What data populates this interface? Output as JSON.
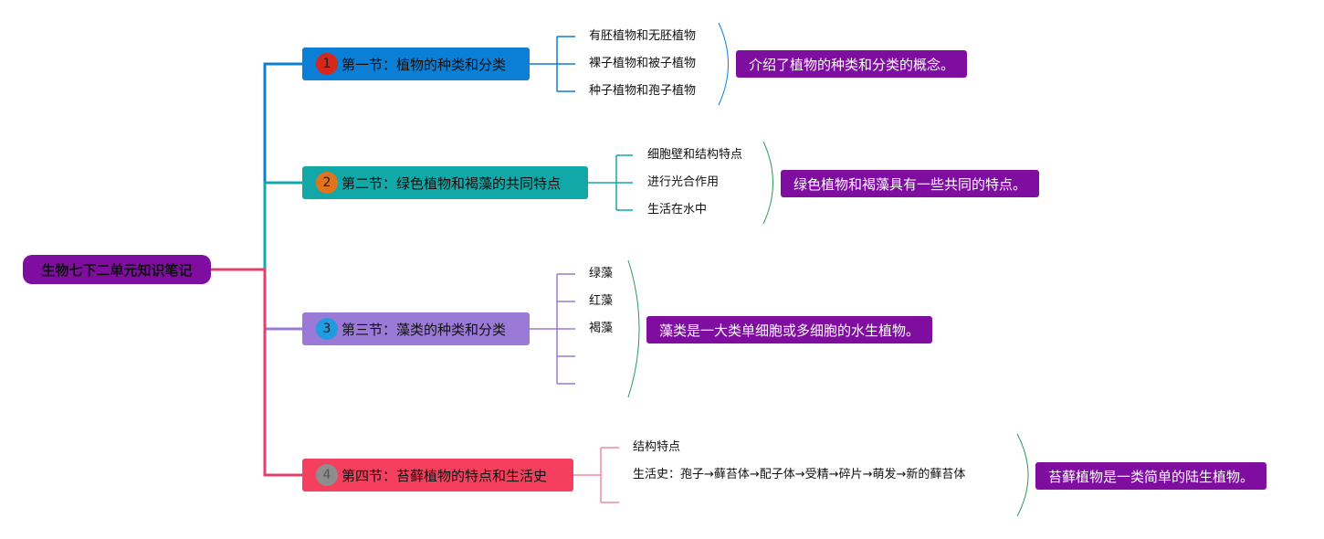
{
  "root": {
    "label": "生物七下二单元知识笔记"
  },
  "sections": [
    {
      "number": "1",
      "title": "第一节：植物的种类和分类",
      "color": "#0b7fd6",
      "badge_color": "#d4281c",
      "badge_text_color": "#1a1a1a",
      "items": [
        "有胚植物和无胚植物",
        "裸子植物和被子植物",
        "种子植物和孢子植物"
      ],
      "summary": "介绍了植物的种类和分类的概念。"
    },
    {
      "number": "2",
      "title": "第二节：绿色植物和褐藻的共同特点",
      "color": "#12a8a8",
      "badge_color": "#e3721c",
      "badge_text_color": "#1a1a1a",
      "items": [
        "细胞壁和结构特点",
        "进行光合作用",
        "生活在水中"
      ],
      "summary": "绿色植物和褐藻具有一些共同的特点。"
    },
    {
      "number": "3",
      "title": "第三节：藻类的种类和分类",
      "color": "#9a7ad6",
      "badge_color": "#1f9be0",
      "badge_text_color": "#1a1a1a",
      "items": [
        "绿藻",
        "红藻",
        "褐藻",
        "",
        ""
      ],
      "summary": "藻类是一大类单细胞或多细胞的水生植物。"
    },
    {
      "number": "4",
      "title": "第四节：苔藓植物的特点和生活史",
      "color": "#f4405e",
      "badge_color": "#8d8d8d",
      "badge_text_color": "#555555",
      "items": [
        "结构特点",
        "生活史：孢子→藓苔体→配子体→受精→碎片→萌发→新的藓苔体"
      ],
      "summary": "苔藓植物是一类简单的陆生植物。"
    }
  ]
}
